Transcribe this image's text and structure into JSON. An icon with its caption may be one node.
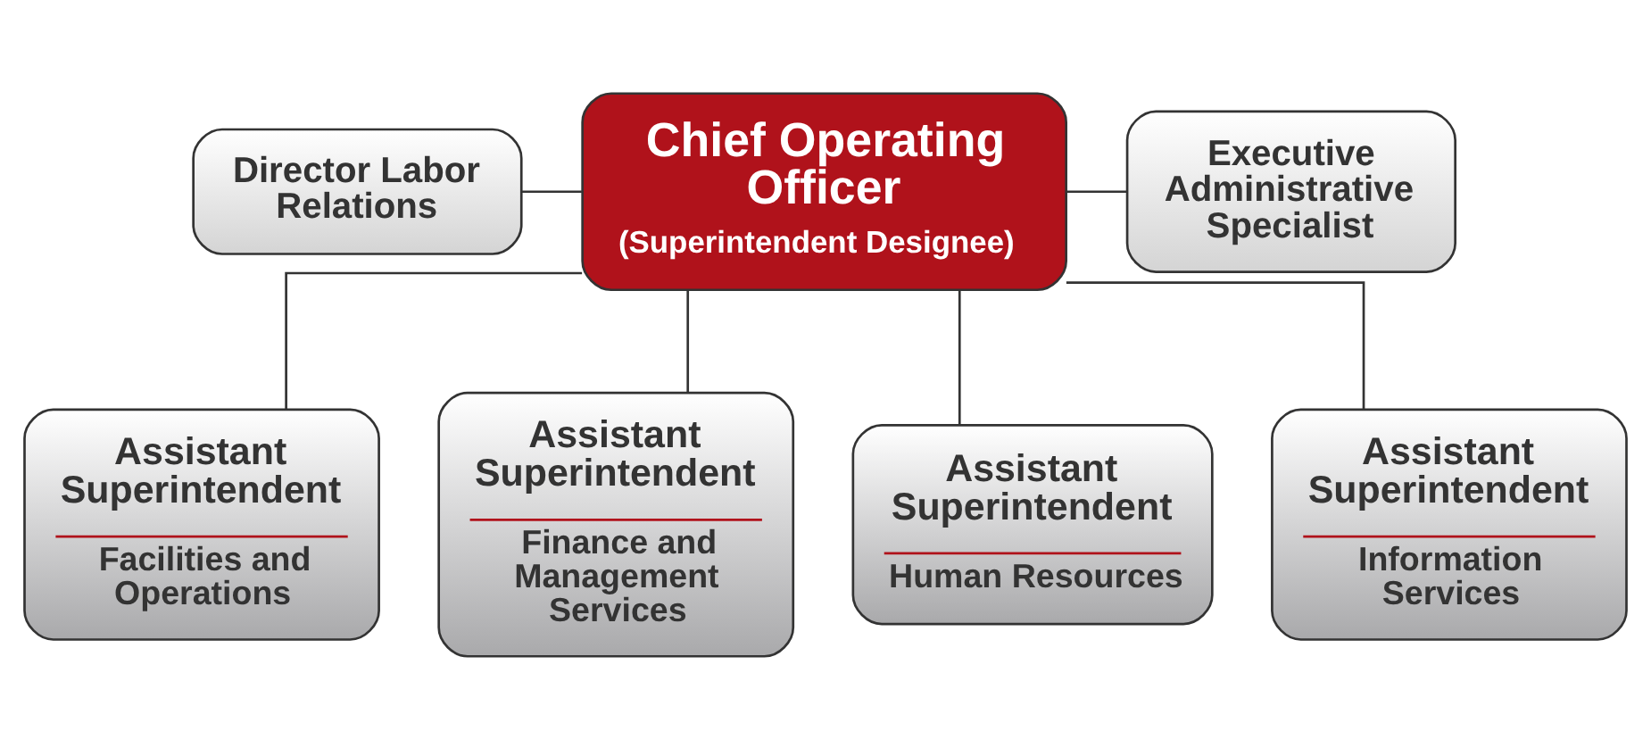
{
  "diagram": {
    "nodes": [
      {
        "text": [
          "Director Labor Relations"
        ]
      },
      {
        "text": [
          "Chief Operating Officer",
          "(Superintendent Designee)"
        ]
      },
      {
        "text": [
          "Executive Administrative Specialist"
        ]
      },
      {
        "text": [
          "Assistant Superintendent",
          "Facilities and Operations"
        ]
      },
      {
        "text": [
          "Assistant Superintendent",
          "Finance and Management Services"
        ]
      },
      {
        "text": [
          "Assistant Superintendent",
          "Human Resources"
        ]
      },
      {
        "text": [
          "Assistant Superintendent",
          "Information Services"
        ]
      }
    ],
    "edges": [
      {
        "from": 1,
        "to": 0,
        "arrow": "none"
      },
      {
        "from": 1,
        "to": 2,
        "arrow": "none"
      },
      {
        "from": 1,
        "to": 3,
        "arrow": "none"
      },
      {
        "from": 1,
        "to": 4,
        "arrow": "none"
      },
      {
        "from": 1,
        "to": 5,
        "arrow": "none"
      },
      {
        "from": 1,
        "to": 6,
        "arrow": "none"
      }
    ]
  }
}
